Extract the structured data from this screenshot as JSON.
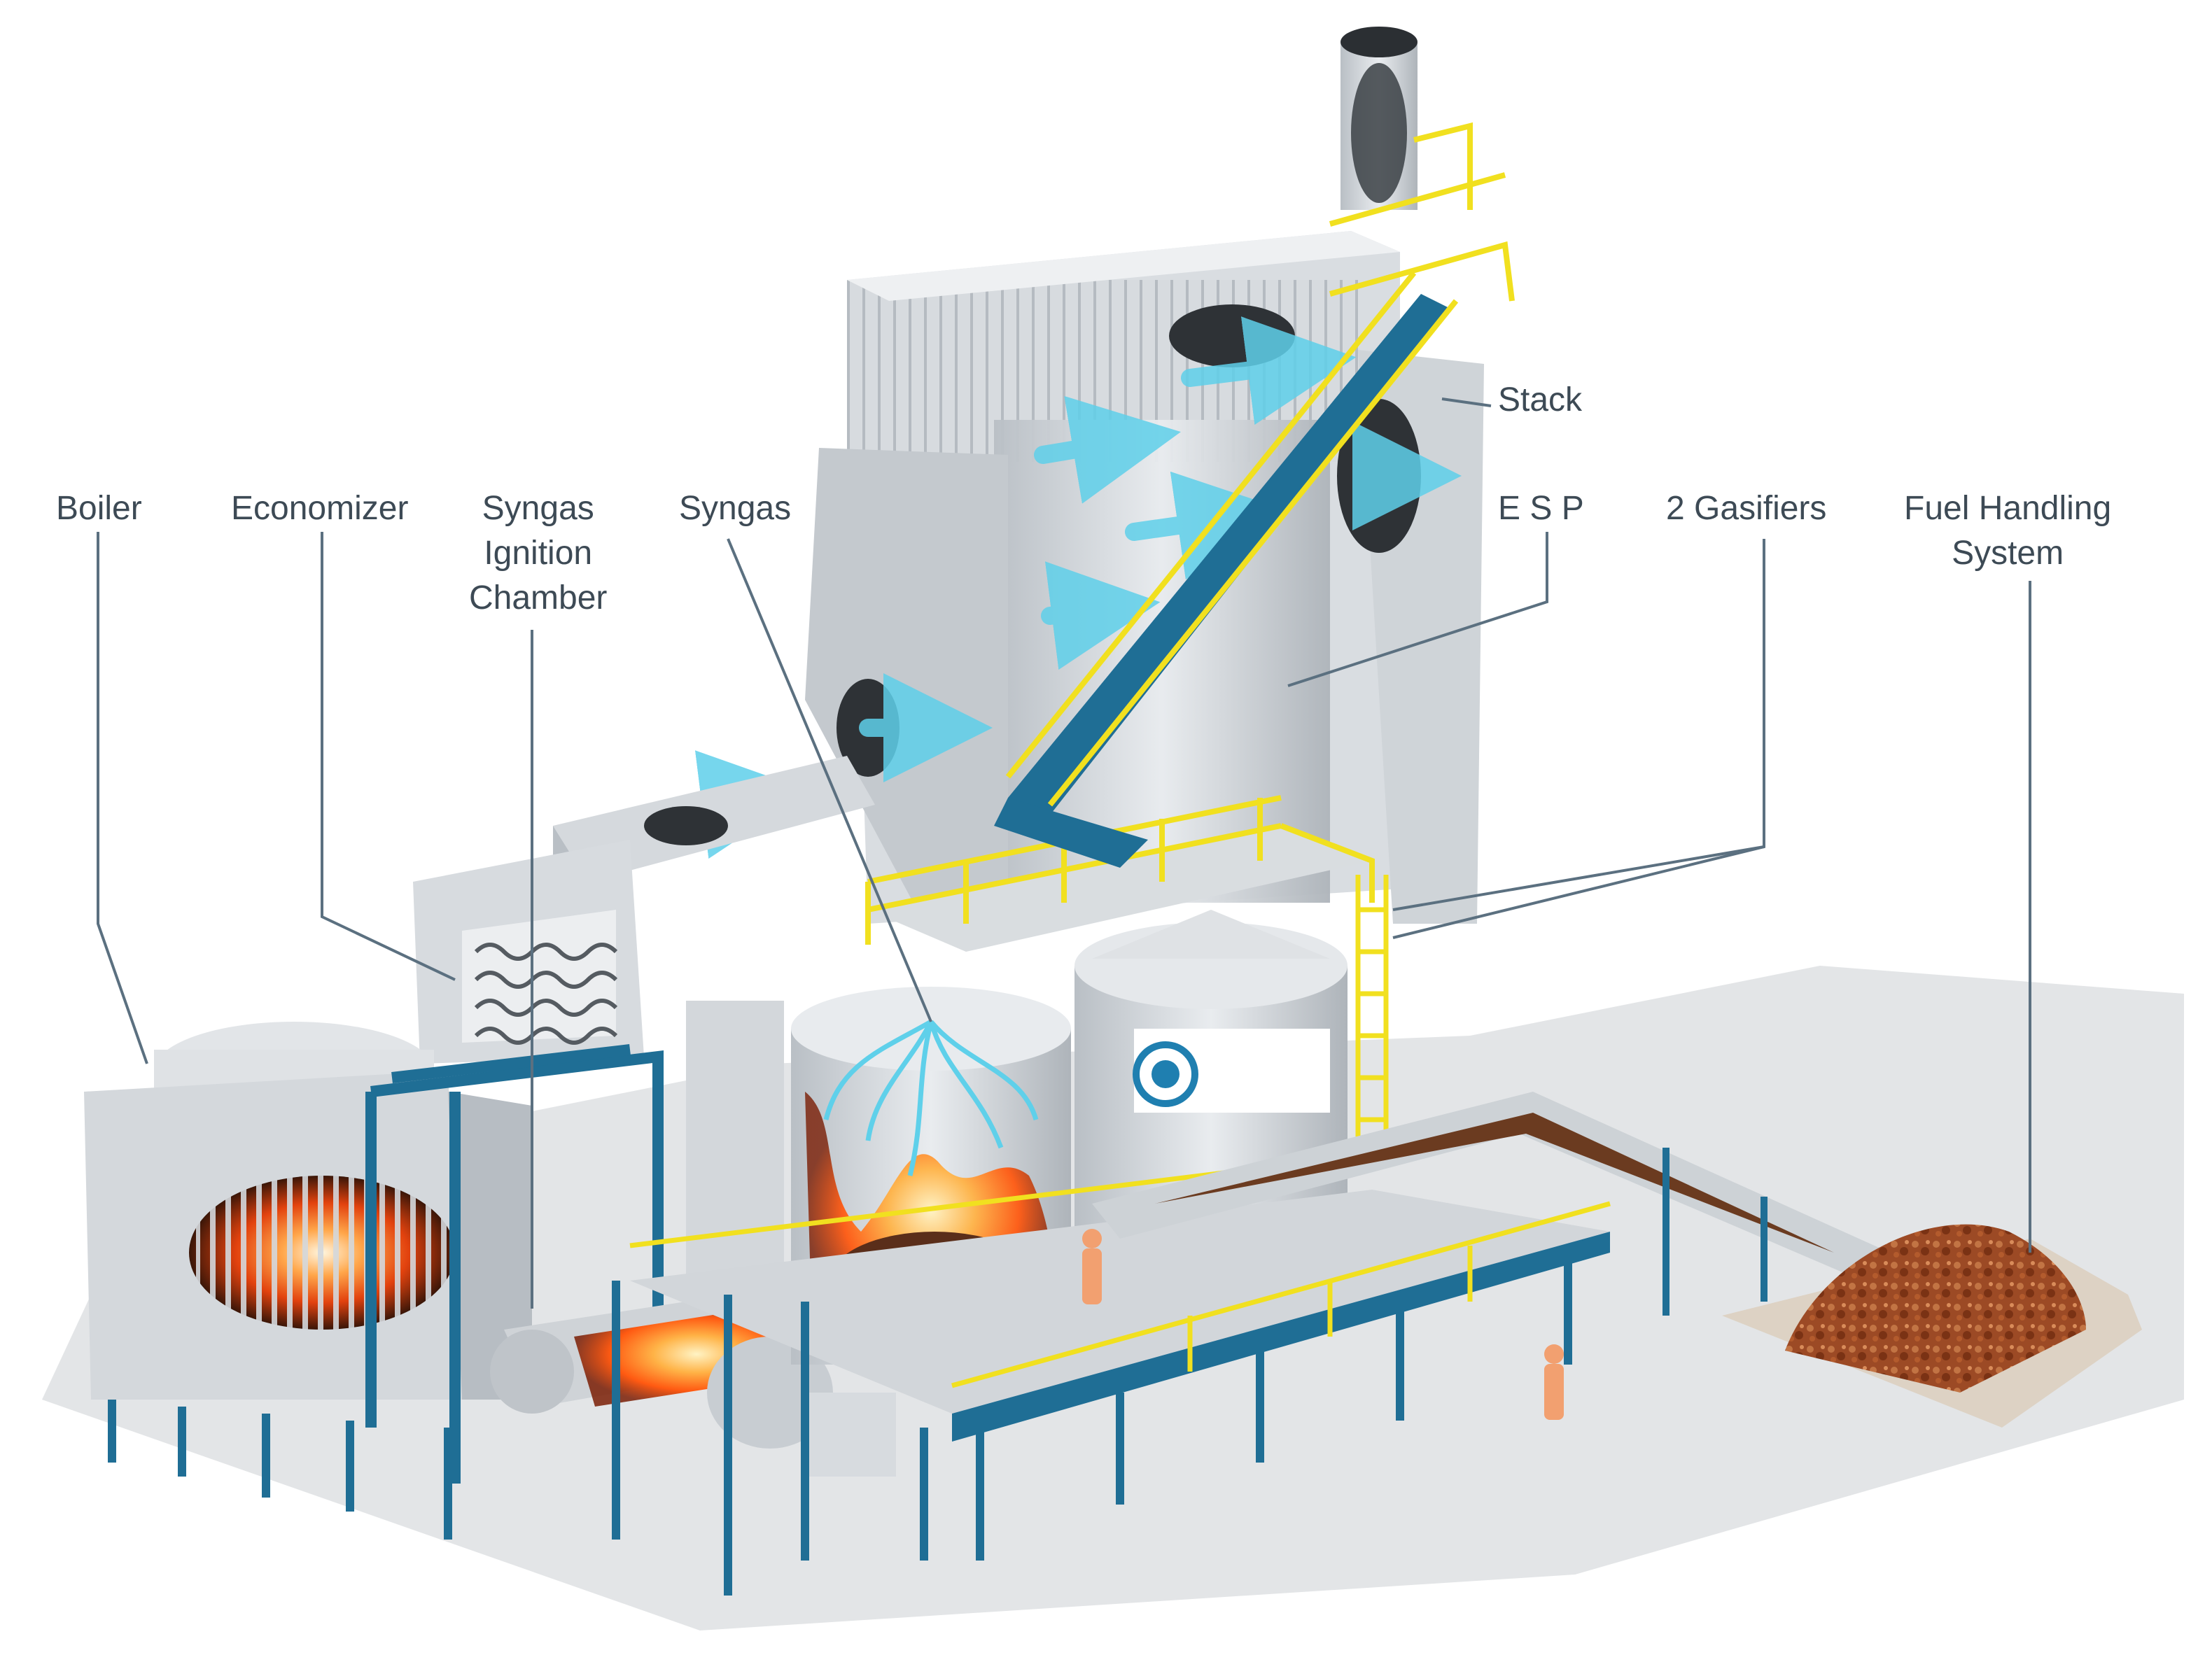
{
  "labels": {
    "boiler": "Boiler",
    "economizer": "Economizer",
    "syngas_ignition_chamber": [
      "Syngas",
      "Ignition",
      "Chamber"
    ],
    "syngas": "Syngas",
    "stack": "Stack",
    "esp": "E S P",
    "gasifiers": "2 Gasifiers",
    "fuel_handling_system": [
      "Fuel Handling",
      "System"
    ]
  },
  "colors": {
    "label_text": "#3d4a55",
    "leader_line": "#5b7080",
    "steel_structure": "#1f6e95",
    "railings": "#f1e01f",
    "syngas_flow": "#5fd0ea",
    "fire": "#ff6a1a",
    "wood_chips": "#a4522b",
    "casing_grey": "#cfd3d7"
  }
}
